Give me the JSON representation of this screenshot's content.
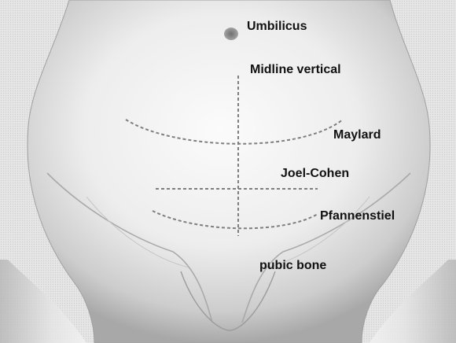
{
  "figure": {
    "labels": {
      "umbilicus": "Umbilicus",
      "midline_vertical": "Midline vertical",
      "maylard": "Maylard",
      "joel_cohen": "Joel-Cohen",
      "pfannenstiel": "Pfannenstiel",
      "pubic_bone": "pubic bone"
    }
  },
  "colors": {
    "background": "#ececec",
    "skin_light": "#f6f6f6",
    "skin_shadow": "#9a9a9a",
    "umbilicus": "#8e8e8e",
    "incision_line": "#7f7f7f",
    "label_text": "#111111"
  }
}
